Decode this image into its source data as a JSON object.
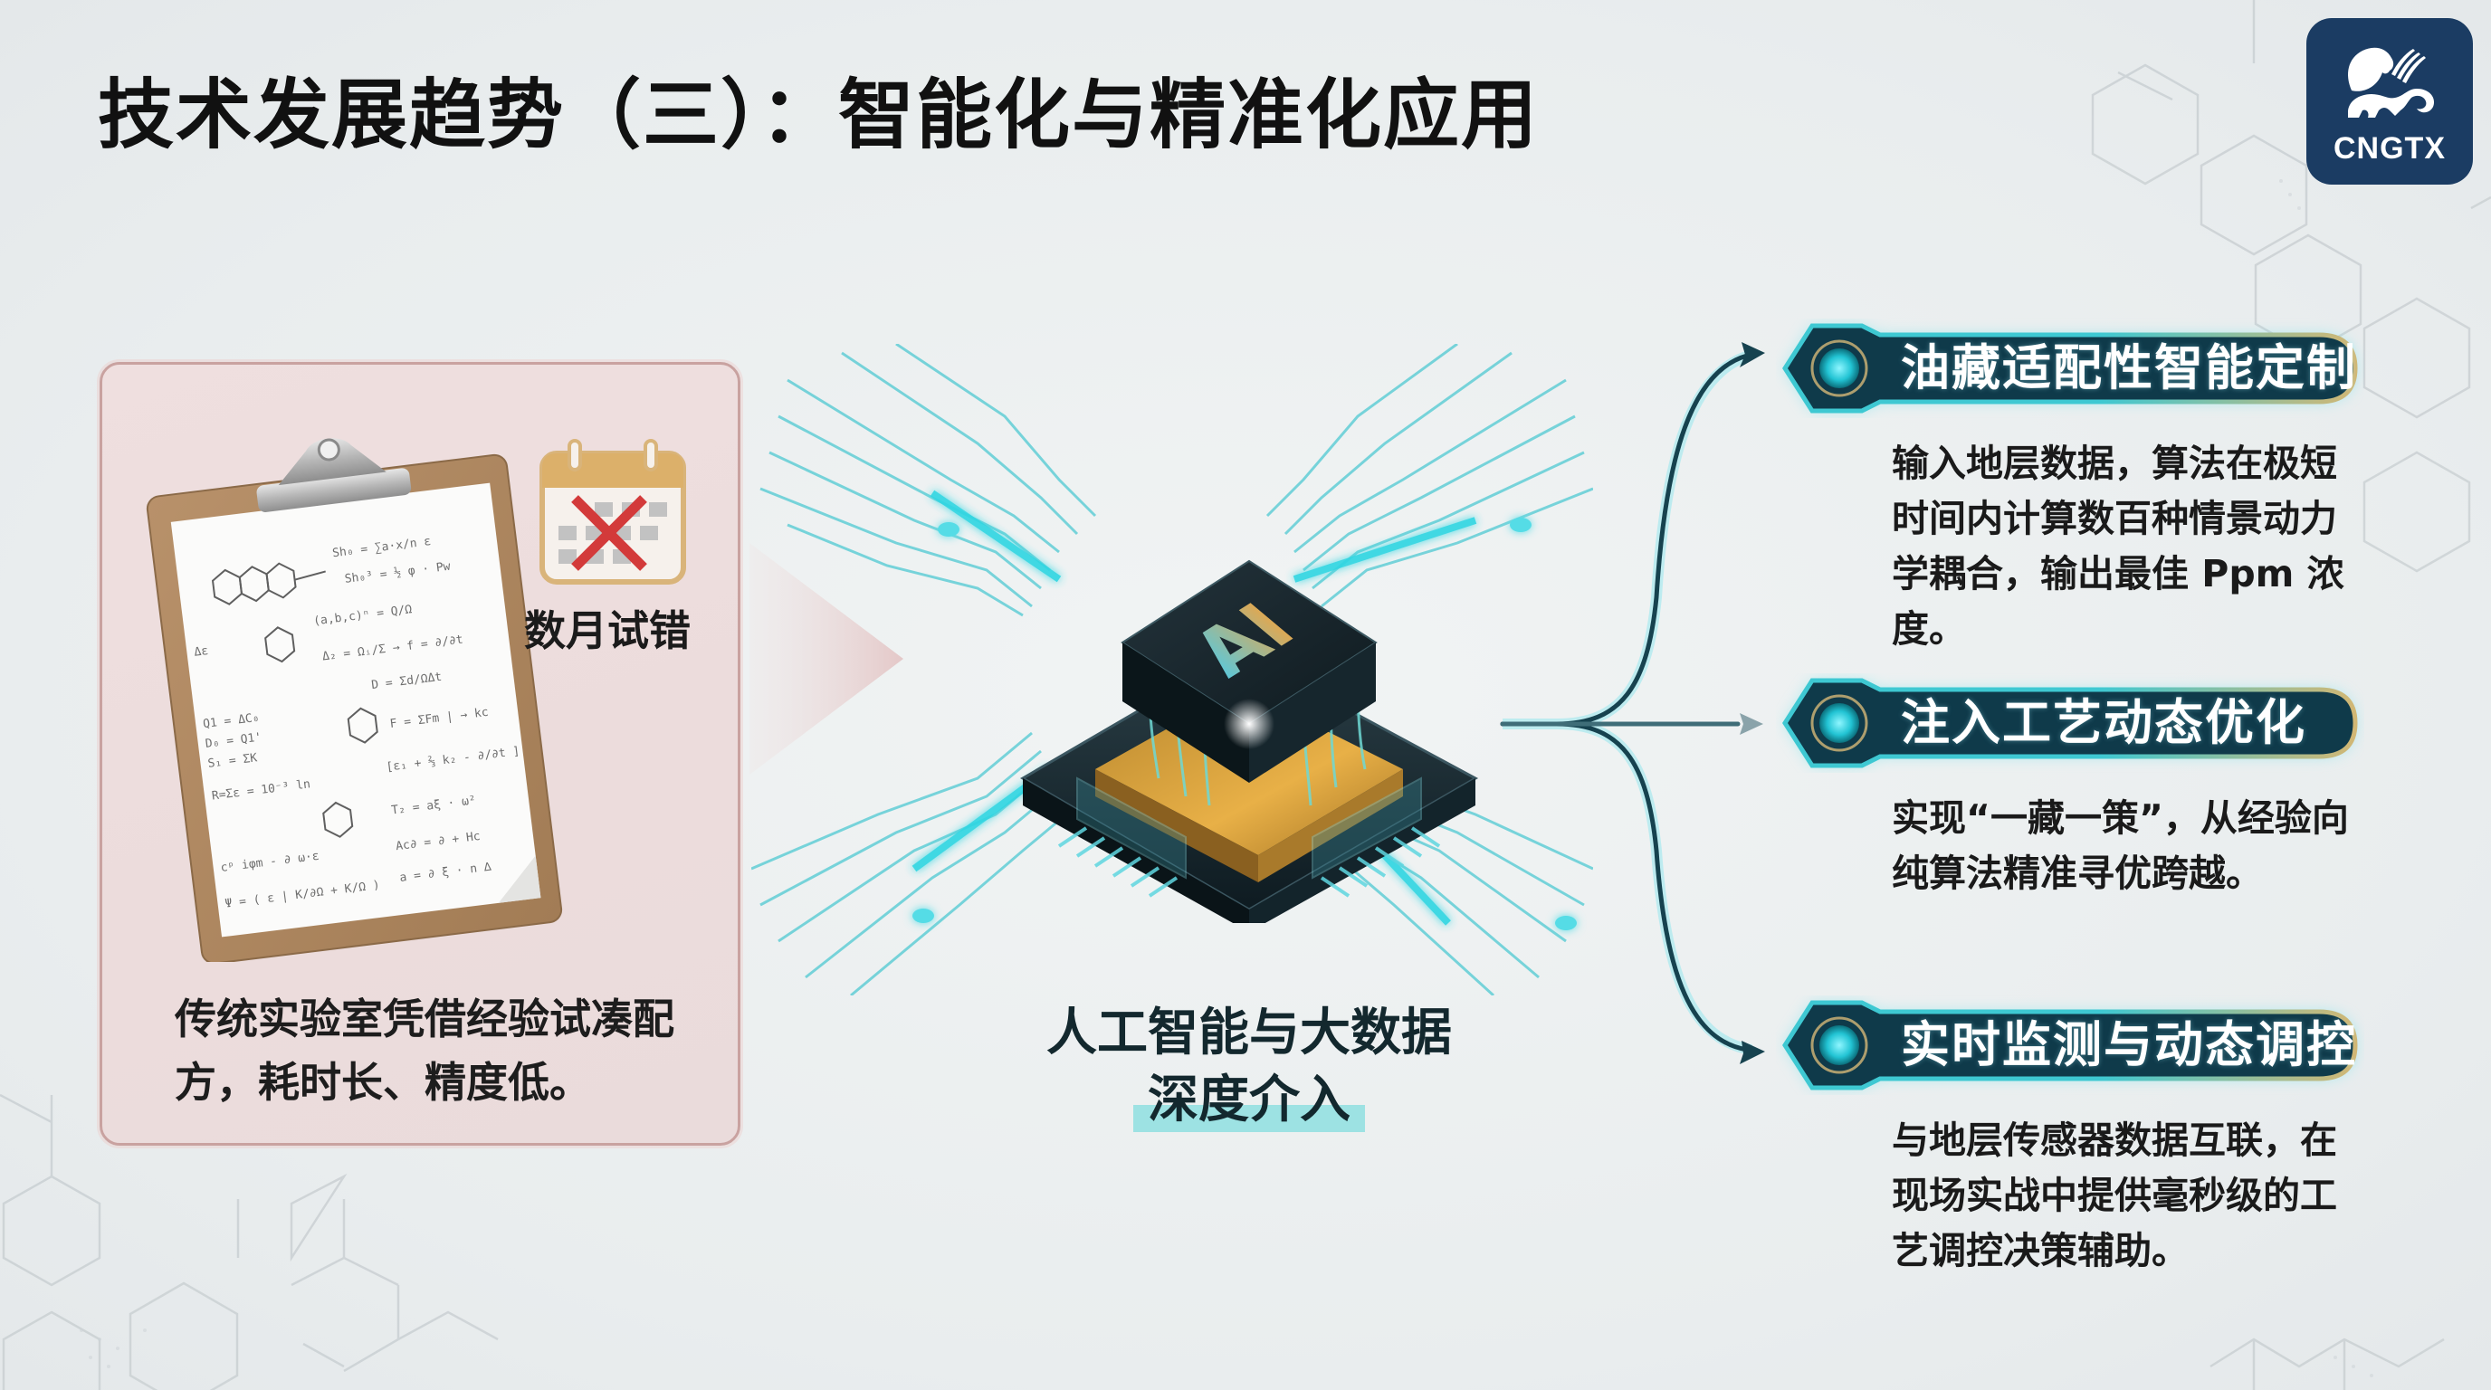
{
  "slide": {
    "title": "技术发展趋势（三）：智能化与精准化应用"
  },
  "logo": {
    "text": "CNGTX",
    "icon": "lion-emblem-icon",
    "background_color": "#1b3c63"
  },
  "legacy": {
    "illustration": "clipboard-with-formulas-icon",
    "calendar_icon": "calendar-crossed-icon",
    "calendar_label": "数月试错",
    "description": "传统实验室凭借经验试凑配方，耗时长、精度低。",
    "card_color": "#ecdcdc",
    "border_color": "#c9a2a0"
  },
  "center": {
    "chip_icon": "ai-chip-icon",
    "chip_label": "AI",
    "caption_line1": "人工智能与大数据",
    "caption_line2": "深度介入",
    "accent_color": "#3fd3e0"
  },
  "features": [
    {
      "title": "油藏适配性智能定制",
      "description": "输入地层数据，算法在极短时间内计算数百种情景动力学耦合，输出最佳 Ppm 浓度。"
    },
    {
      "title": "注入工艺动态优化",
      "description": "实现“一藏一策”，从经验向纯算法精准寻优跨越。"
    },
    {
      "title": "实时监测与动态调控",
      "description": "与地层传感器数据互联，在现场实战中提供毫秒级的工艺调控决策辅助。"
    }
  ],
  "colors": {
    "pill_fill": "#0f3a4a",
    "pill_border_gold": "#c9b074",
    "pill_glow": "#7fe6ee",
    "arrow": "#16424f"
  }
}
